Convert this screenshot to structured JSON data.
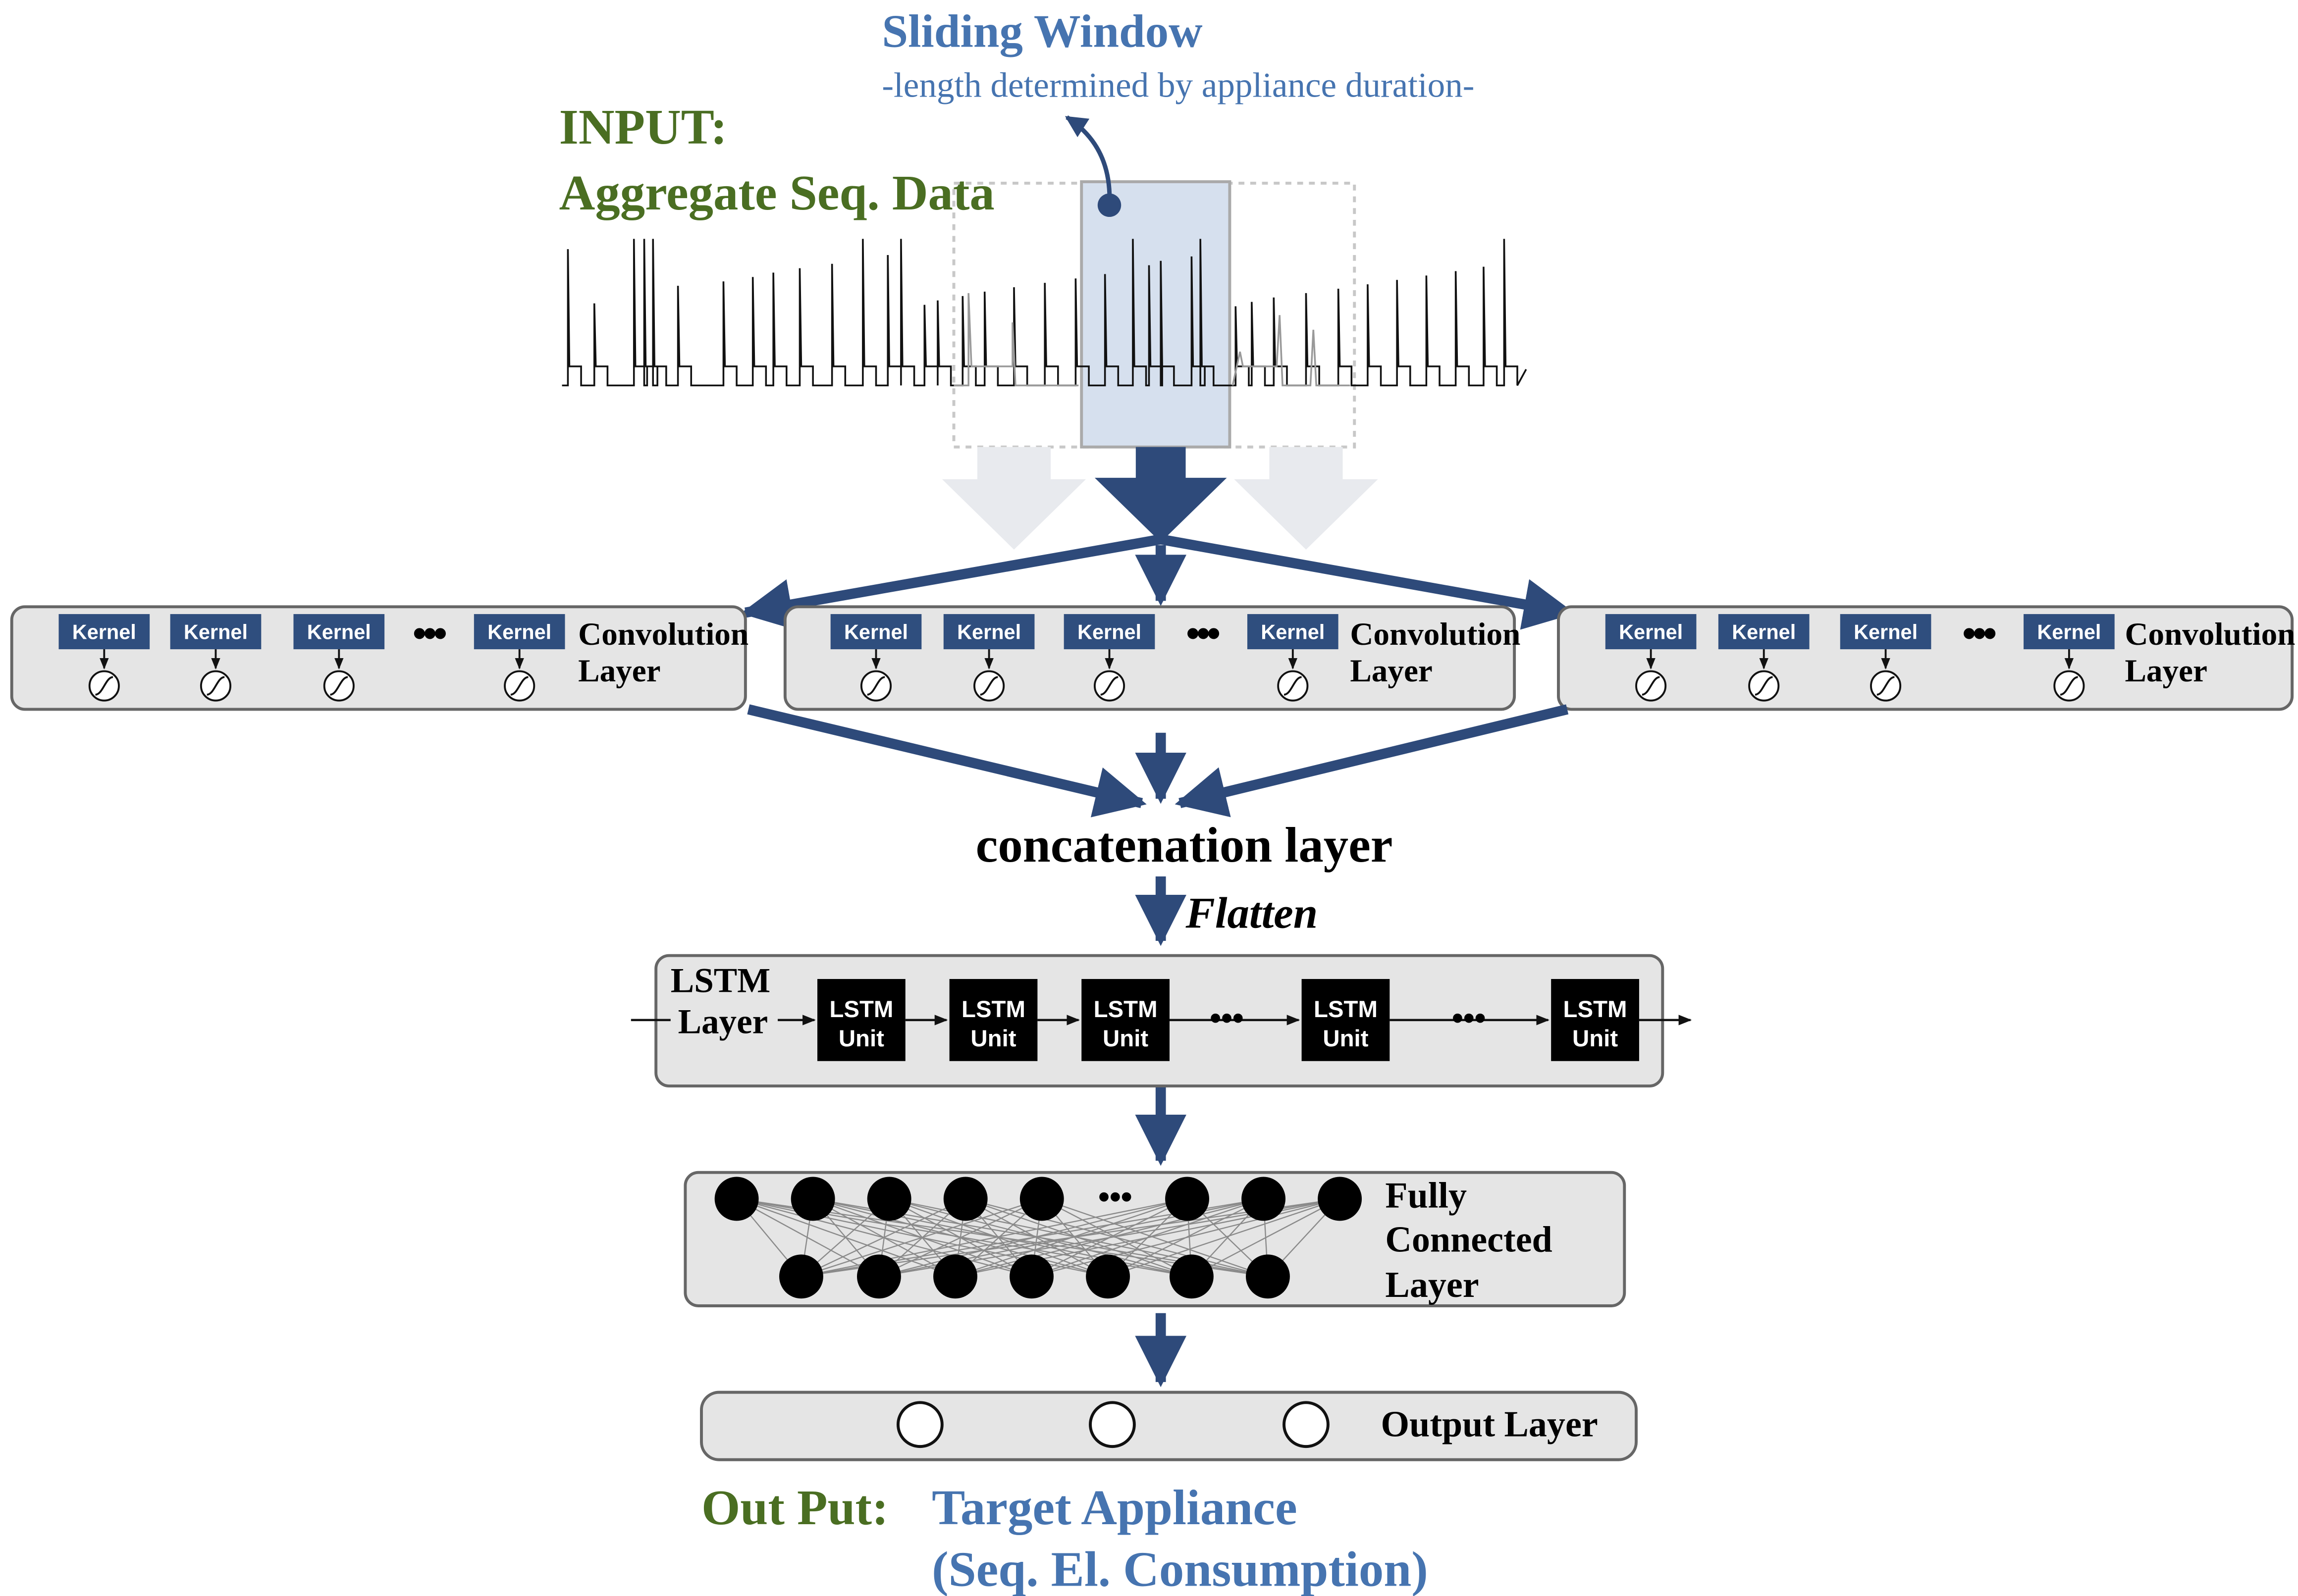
{
  "colors": {
    "arrow": "#2E4A7A",
    "window_fill": "#D6E0EE",
    "kernel_fill": "#2F4E7E",
    "input_green": "#4A6E22",
    "blue_label": "#4674B0",
    "panel_fill": "#E5E5E5",
    "panel_stroke": "#666666"
  },
  "sliding_window": {
    "title": "Sliding Window",
    "subtitle": "-length determined by appliance duration-"
  },
  "input": {
    "line1": "INPUT:",
    "line2": "Aggregate Seq. Data"
  },
  "conv_layers": [
    {
      "kernels": [
        "Kernel",
        "Kernel",
        "Kernel",
        "Kernel"
      ],
      "ellipsis": "•••",
      "label_line1": "Convolution",
      "label_line2": "Layer"
    },
    {
      "kernels": [
        "Kernel",
        "Kernel",
        "Kernel",
        "Kernel"
      ],
      "ellipsis": "•••",
      "label_line1": "Convolution",
      "label_line2": "Layer"
    },
    {
      "kernels": [
        "Kernel",
        "Kernel",
        "Kernel",
        "Kernel"
      ],
      "ellipsis": "•••",
      "label_line1": "Convolution",
      "label_line2": "Layer"
    }
  ],
  "concat": {
    "label": "concatenation layer",
    "flatten": "Flatten"
  },
  "lstm": {
    "label_line1": "LSTM",
    "label_line2": "Layer",
    "units": [
      {
        "line1": "LSTM",
        "line2": "Unit"
      },
      {
        "line1": "LSTM",
        "line2": "Unit"
      },
      {
        "line1": "LSTM",
        "line2": "Unit"
      },
      {
        "line1": "LSTM",
        "line2": "Unit"
      },
      {
        "line1": "LSTM",
        "line2": "Unit"
      }
    ],
    "ellipsis": "•••"
  },
  "fully_connected": {
    "line1": "Fully",
    "line2": "Connected",
    "line3": "Layer",
    "ellipsis": "•••"
  },
  "output_layer": {
    "label": "Output Layer"
  },
  "output": {
    "prefix": "Out Put:",
    "line1": "Target Appliance",
    "line2": "(Seq. El. Consumption)"
  }
}
